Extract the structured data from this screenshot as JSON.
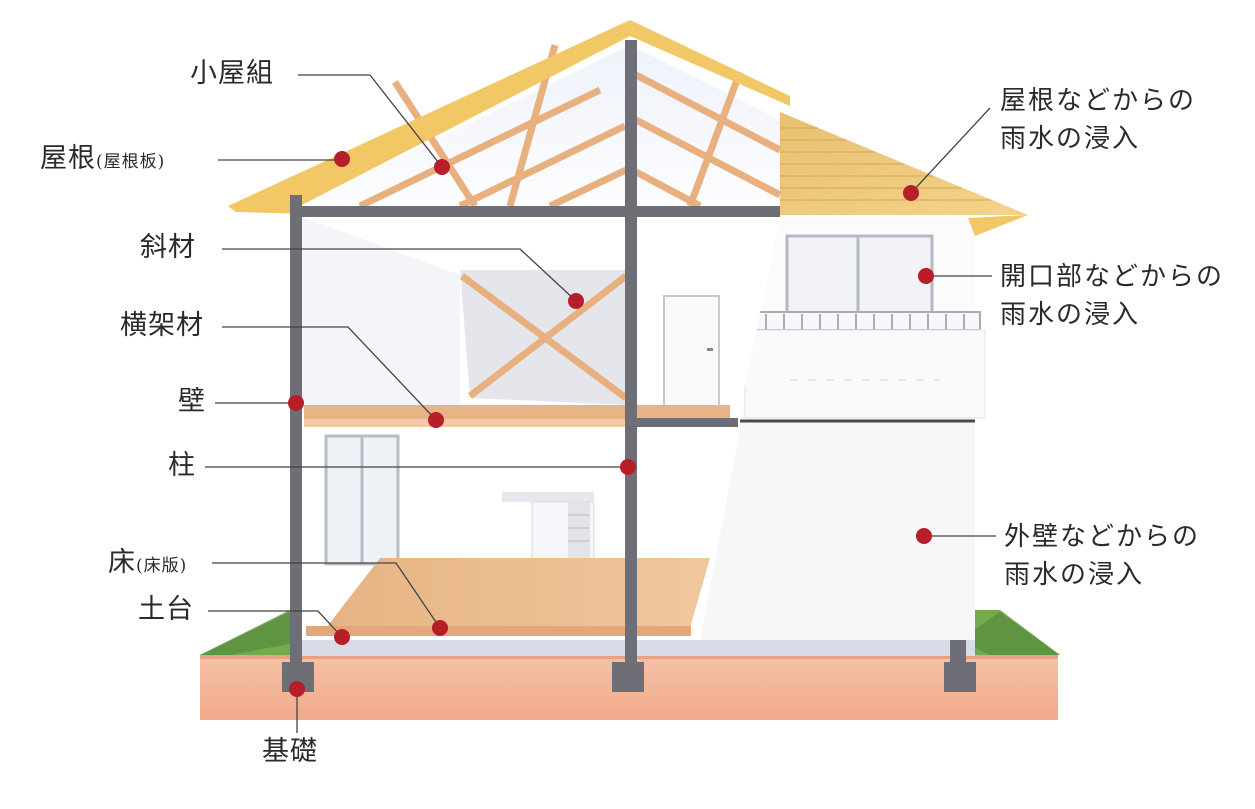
{
  "components": {
    "koyagumi": "小屋組",
    "yane": "屋根",
    "yane_sub": "(屋根板)",
    "shazai": "斜材",
    "yokogaizai": "横架材",
    "kabe": "壁",
    "hashira": "柱",
    "yuka": "床",
    "yuka_sub": "(床版)",
    "dodai": "土台",
    "kiso": "基礎"
  },
  "intrusion": {
    "roof_line1": "屋根などからの",
    "roof_line2": "雨水の浸入",
    "opening_line1": "開口部などからの",
    "opening_line2": "雨水の浸入",
    "wall_line1": "外壁などからの",
    "wall_line2": "雨水の浸入"
  },
  "colors": {
    "marker": "#b81d2a",
    "roof": "#f2c766",
    "timber": "#e9b07f",
    "frame": "#6e6e76",
    "soil": "#f3b59a",
    "grass": "#6fa64a"
  }
}
